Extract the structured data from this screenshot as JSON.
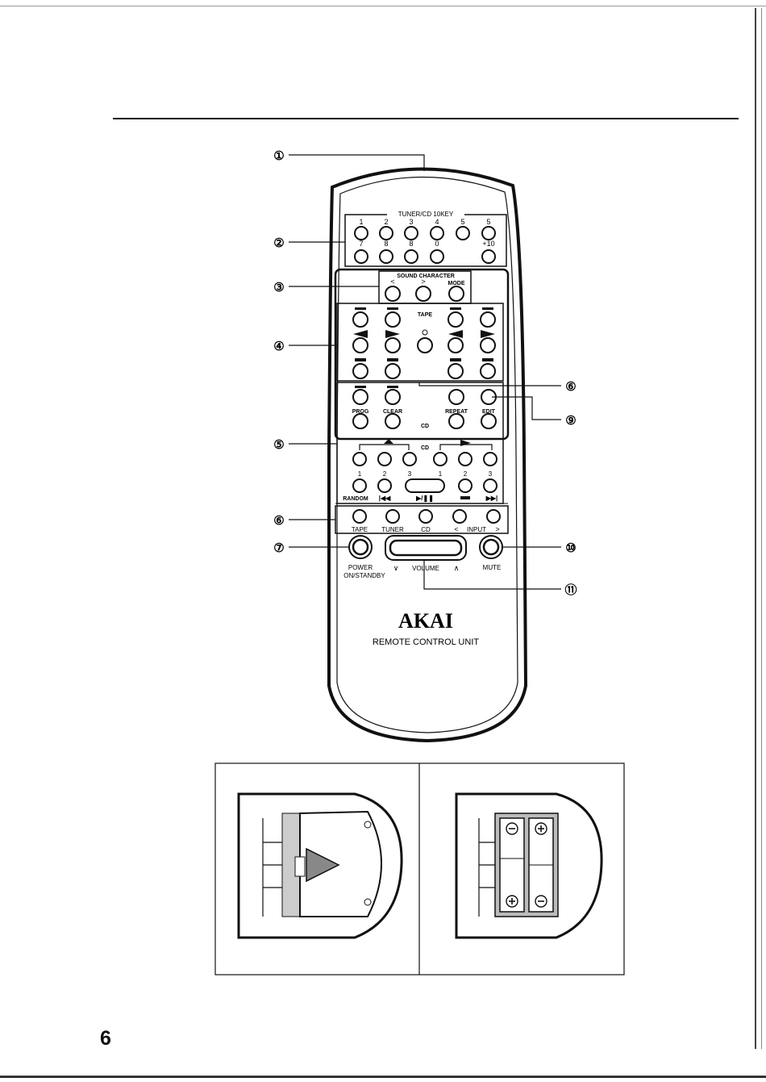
{
  "remote": {
    "section_10key": "TUNER/CD 10KEY",
    "digits_row1": [
      "1",
      "2",
      "3",
      "4",
      "5",
      "5"
    ],
    "digits_row2": [
      "7",
      "8",
      "8",
      "0",
      "+10"
    ],
    "sound_character": "SOUND CHARACTER",
    "mode": "MODE",
    "tape": "TAPE",
    "prog": "PROG",
    "clear": "CLEAR",
    "repeat": "REPEAT",
    "edit": "EDIT",
    "cd": "CD",
    "cd_group": "CD",
    "random": "RANDOM",
    "one": "1",
    "two": "2",
    "three": "3",
    "src_tape": "TAPE",
    "src_tuner": "TUNER",
    "src_cd": "CD",
    "input": "INPUT",
    "power": "POWER",
    "on_standby": "ON/STANDBY",
    "volume": "VOLUME",
    "mute": "MUTE",
    "brand": "AKAI",
    "unit": "REMOTE CONTROL UNIT"
  },
  "callouts": [
    "①",
    "②",
    "③",
    "④",
    "⑤",
    "⑥",
    "⑦",
    "⑥",
    "⑨",
    "⑩",
    "⑪"
  ],
  "page_number": "6"
}
